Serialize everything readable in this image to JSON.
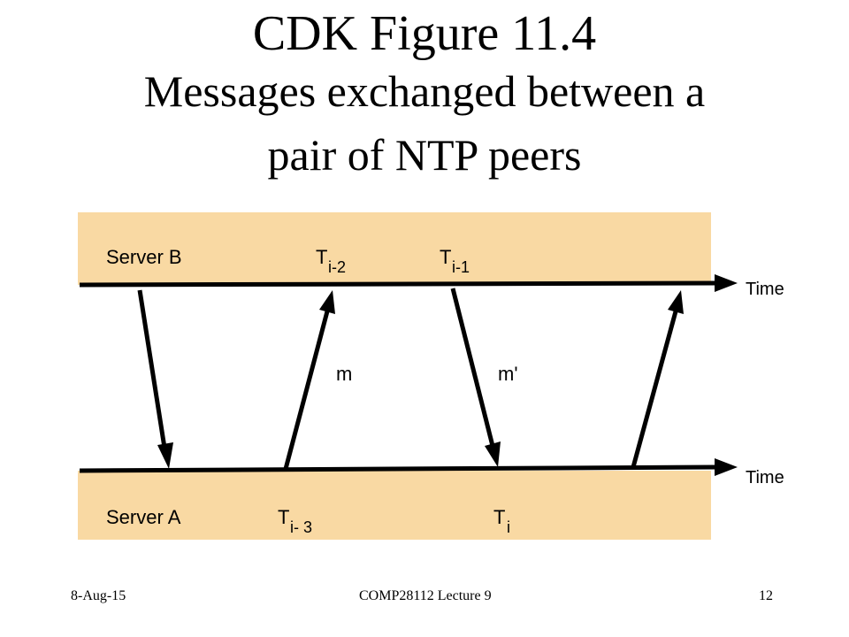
{
  "title": {
    "line1": "CDK Figure 11.4",
    "line2": "Messages exchanged between a",
    "line3": "pair of NTP peers"
  },
  "diagram": {
    "server_b": {
      "label": "Server B"
    },
    "server_a": {
      "label": "Server A"
    },
    "time_label_top": "Time",
    "time_label_bottom": "Time",
    "timestamps": {
      "t_i_minus_2": {
        "base": "T",
        "sub": "i-2"
      },
      "t_i_minus_1": {
        "base": "T",
        "sub": "i-1"
      },
      "t_i_minus_3": {
        "base": "T",
        "sub": "i- 3"
      },
      "t_i": {
        "base": "T",
        "sub": "i"
      }
    },
    "messages": {
      "m": "m",
      "m_prime": "m'"
    },
    "colors": {
      "band": "#F9D9A3",
      "line": "#000000"
    }
  },
  "footer": {
    "date": "8-Aug-15",
    "course": "COMP28112 Lecture 9",
    "page": "12"
  }
}
